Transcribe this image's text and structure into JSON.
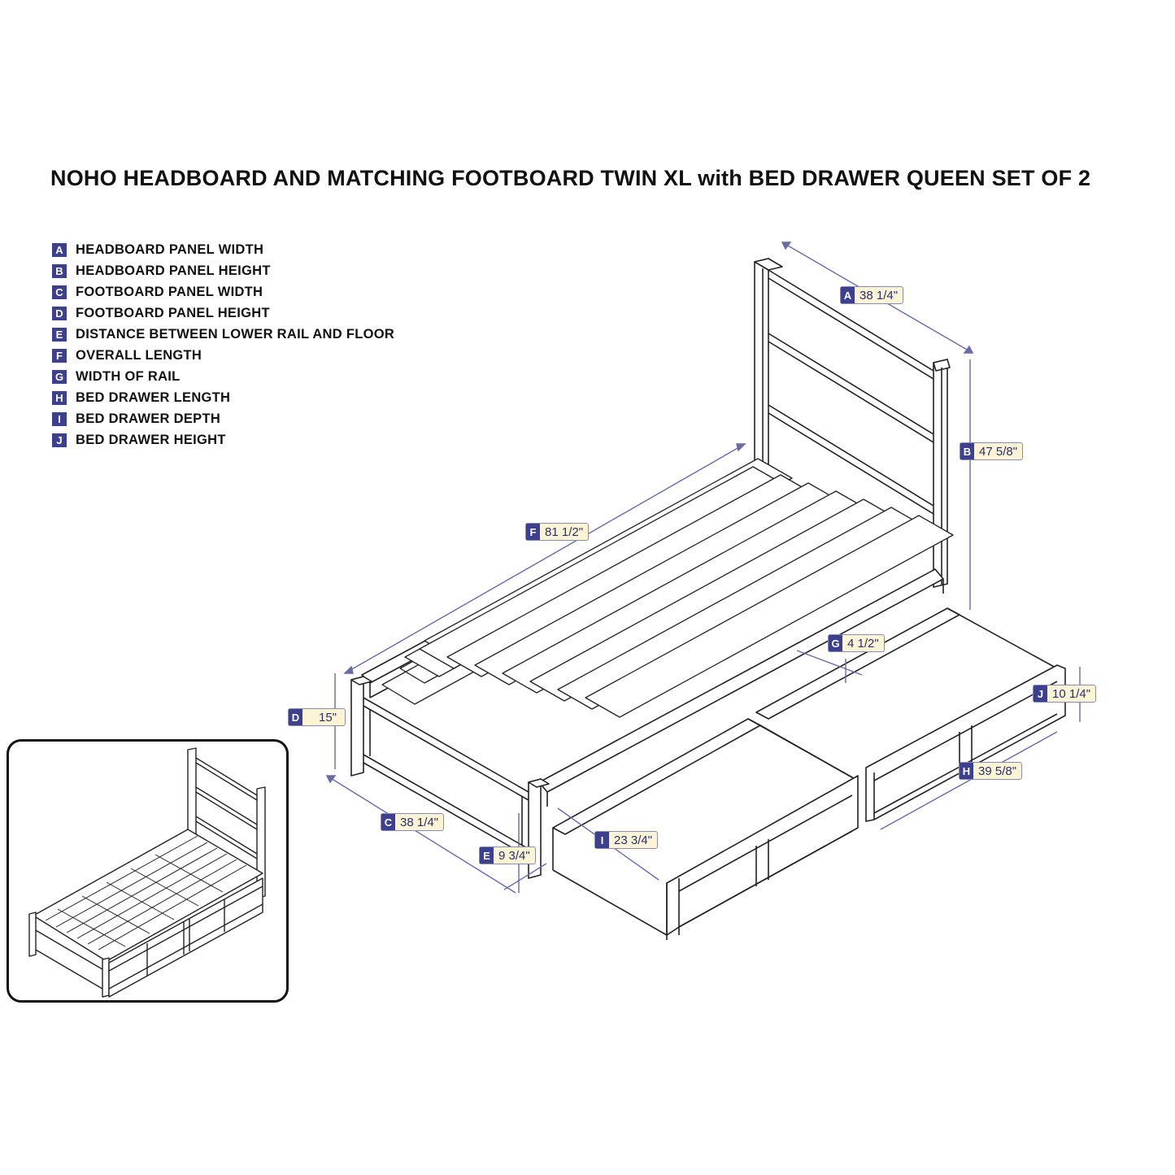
{
  "title": "NOHO HEADBOARD AND MATCHING FOOTBOARD TWIN XL with BED DRAWER QUEEN SET OF 2",
  "legend": [
    {
      "key": "A",
      "label": "HEADBOARD PANEL WIDTH"
    },
    {
      "key": "B",
      "label": "HEADBOARD PANEL HEIGHT"
    },
    {
      "key": "C",
      "label": "FOOTBOARD PANEL WIDTH"
    },
    {
      "key": "D",
      "label": "FOOTBOARD PANEL HEIGHT"
    },
    {
      "key": "E",
      "label": "DISTANCE BETWEEN LOWER RAIL AND FLOOR"
    },
    {
      "key": "F",
      "label": "OVERALL LENGTH"
    },
    {
      "key": "G",
      "label": "WIDTH OF RAIL"
    },
    {
      "key": "H",
      "label": "BED DRAWER LENGTH"
    },
    {
      "key": "I",
      "label": "BED DRAWER DEPTH"
    },
    {
      "key": "J",
      "label": "BED DRAWER HEIGHT"
    }
  ],
  "dimensions": {
    "A": {
      "key": "A",
      "value": "38 1/4\""
    },
    "B": {
      "key": "B",
      "value": "47 5/8\""
    },
    "C": {
      "key": "C",
      "value": "38 1/4\""
    },
    "D": {
      "key": "D",
      "value": "15\""
    },
    "E": {
      "key": "E",
      "value": "9 3/4\""
    },
    "F": {
      "key": "F",
      "value": "81 1/2\""
    },
    "G": {
      "key": "G",
      "value": "4 1/2\""
    },
    "H": {
      "key": "H",
      "value": "39 5/8\""
    },
    "I": {
      "key": "I",
      "value": "23 3/4\""
    },
    "J": {
      "key": "J",
      "value": "10 1/4\""
    }
  },
  "colors": {
    "key_fill": "#3d3f8f",
    "label_fill": "#fbf5d5",
    "dimension_line": "#6a6aa8",
    "outline": "#222222"
  }
}
